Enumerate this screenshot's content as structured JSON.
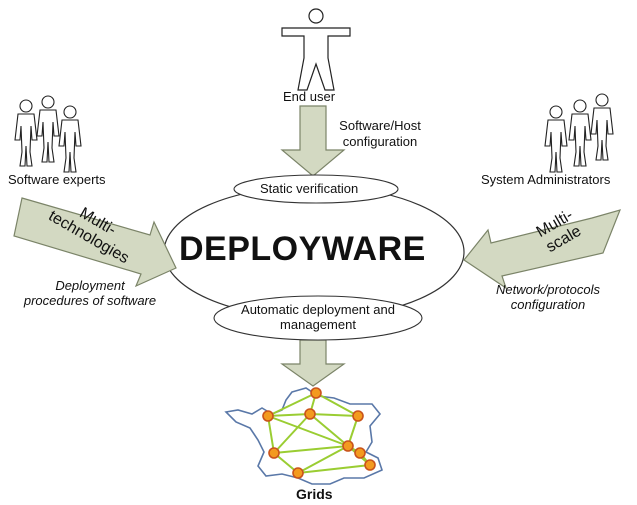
{
  "center_title": "DEPLOYWARE",
  "actors": {
    "end_user": "End user",
    "software_experts": "Software experts",
    "system_admins": "System Administrators"
  },
  "boxes": {
    "static_verification": "Static verification",
    "automatic_deployment_line1": "Automatic deployment and",
    "automatic_deployment_line2": "management"
  },
  "arrows": {
    "left_line1": "Multi-",
    "left_line2": "technologies",
    "right_line1": "Multi-",
    "right_line2": "scale"
  },
  "annotations": {
    "software_host_line1": "Software/Host",
    "software_host_line2": "configuration",
    "deployment_line1": "Deployment",
    "deployment_line2": "procedures of software",
    "network_line1": "Network/protocols",
    "network_line2": "configuration"
  },
  "grids_label": "Grids",
  "colors": {
    "arrow_fill": "#d3d9c2",
    "arrow_stroke": "#7b8468",
    "node_fill": "#f39a1f",
    "node_stroke": "#c9531c",
    "link": "#9acd32",
    "map_stroke": "#5a78a8"
  }
}
